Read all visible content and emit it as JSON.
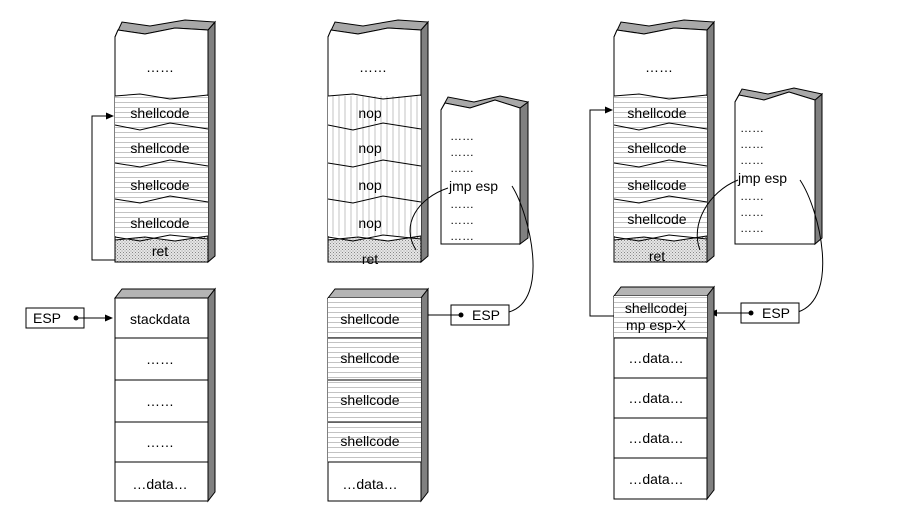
{
  "diagram_1": {
    "stack_top": [
      "……",
      "shellcode",
      "shellcode",
      "shellcode",
      "shellcode",
      "ret"
    ],
    "esp_label": "ESP",
    "stack_bottom": [
      "stackdata",
      "……",
      "……",
      "……",
      "…data…"
    ]
  },
  "diagram_2": {
    "stack_top": [
      "……",
      "nop",
      "nop",
      "nop",
      "nop",
      "ret"
    ],
    "page": [
      "……",
      "……",
      "……",
      "jmp esp",
      "……",
      "……",
      "……"
    ],
    "esp_label": "ESP",
    "stack_bottom": [
      "shellcode",
      "shellcode",
      "shellcode",
      "shellcode",
      "…data…"
    ]
  },
  "diagram_3": {
    "stack_top": [
      "……",
      "shellcode",
      "shellcode",
      "shellcode",
      "shellcode",
      "ret"
    ],
    "page": [
      "……",
      "……",
      "……",
      "jmp esp",
      "……",
      "……",
      "……"
    ],
    "esp_label": "ESP",
    "stack_bottom": [
      "shellcodej",
      "mp esp-X",
      "…data…",
      "…data…",
      "…data…",
      "…data…"
    ]
  }
}
